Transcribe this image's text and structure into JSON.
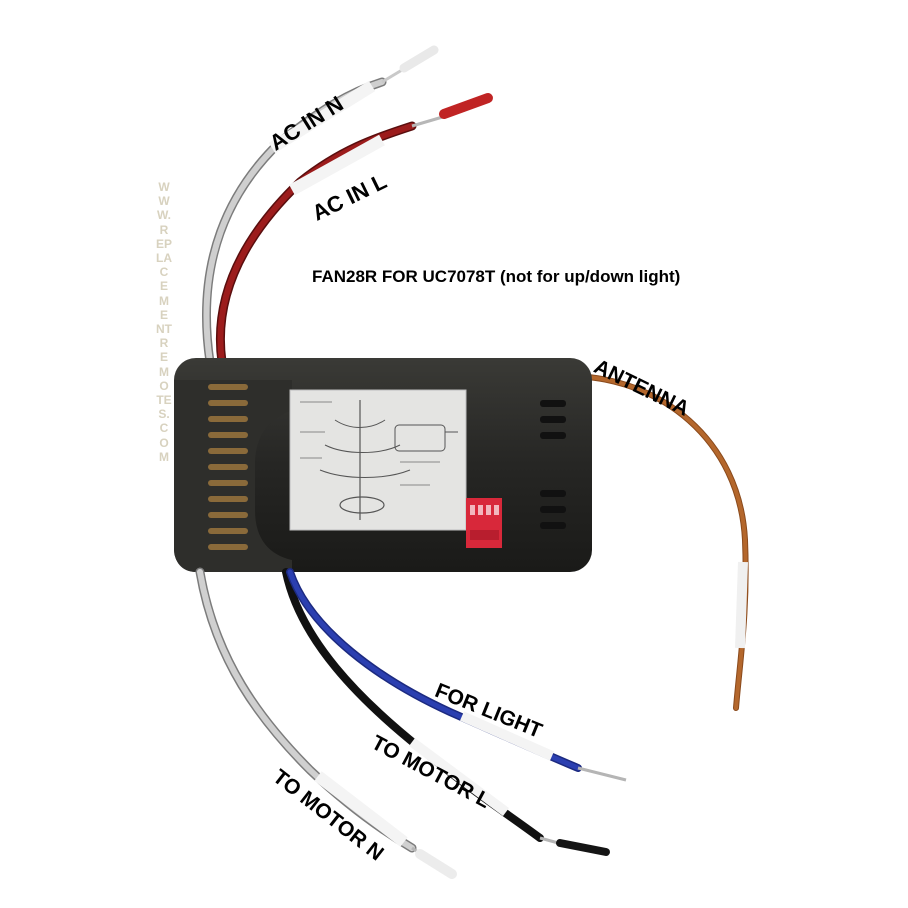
{
  "image": {
    "title": "FAN28R FOR UC7078T (not for up/down light)",
    "watermark": "WWW.REPLACEMENTREMOTES.COM",
    "labels": {
      "ac_in_n": "AC IN N",
      "ac_in_l": "AC IN L",
      "antenna": "ANTENNA",
      "for_light": "FOR LIGHT",
      "to_motor_l": "TO MOTOR L",
      "to_motor_n": "TO MOTOR N"
    },
    "colors": {
      "housing": "#2a2a28",
      "wire_white": "#c9c9c9",
      "wire_red": "#9c1c1c",
      "wire_blue": "#2b3fb0",
      "wire_black": "#111111",
      "wire_antenna": "#b4672c",
      "dip_switch": "#d8283a"
    },
    "objects": [
      "fan-receiver-module",
      "wiring-diagram-label",
      "dip-switch",
      "wires"
    ]
  }
}
